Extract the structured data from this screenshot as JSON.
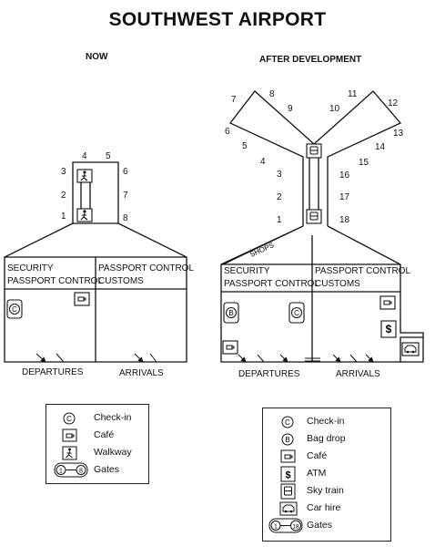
{
  "title": "SOUTHWEST AIRPORT",
  "now": {
    "heading": "NOW",
    "gates": [
      "1",
      "2",
      "3",
      "4",
      "5",
      "6",
      "7",
      "8"
    ],
    "left_area": [
      "SECURITY",
      "PASSPORT CONTROL"
    ],
    "right_area": [
      "PASSPORT CONTROL",
      "CUSTOMS"
    ],
    "departures": "DEPARTURES",
    "arrivals": "ARRIVALS",
    "legend": [
      {
        "icon": "checkin-icon",
        "symbol": "C",
        "label": "Check-in"
      },
      {
        "icon": "cafe-icon",
        "symbol": "",
        "label": "Café"
      },
      {
        "icon": "walkway-icon",
        "symbol": "",
        "label": "Walkway"
      },
      {
        "icon": "gates-icon",
        "symbol": "1 — 8",
        "label": "Gates"
      }
    ]
  },
  "after": {
    "heading": "AFTER DEVELOPMENT",
    "gates": [
      "1",
      "2",
      "3",
      "4",
      "5",
      "6",
      "7",
      "8",
      "9",
      "10",
      "11",
      "12",
      "13",
      "14",
      "15",
      "16",
      "17",
      "18"
    ],
    "shops": "SHOPS",
    "left_area": [
      "SECURITY",
      "PASSPORT CONTROL"
    ],
    "right_area": [
      "PASSPORT CONTROL",
      "CUSTOMS"
    ],
    "departures": "DEPARTURES",
    "arrivals": "ARRIVALS",
    "legend": [
      {
        "icon": "checkin-icon",
        "symbol": "C",
        "label": "Check-in"
      },
      {
        "icon": "bag-drop-icon",
        "symbol": "B",
        "label": "Bag drop"
      },
      {
        "icon": "cafe-icon",
        "symbol": "",
        "label": "Café"
      },
      {
        "icon": "atm-icon",
        "symbol": "$",
        "label": "ATM"
      },
      {
        "icon": "sky-train-icon",
        "symbol": "",
        "label": "Sky train"
      },
      {
        "icon": "car-hire-icon",
        "symbol": "",
        "label": "Car hire"
      },
      {
        "icon": "gates-icon",
        "symbol": "1 — 18",
        "label": "Gates"
      }
    ]
  },
  "icon_symbols": {
    "checkin": "C",
    "bagdrop": "B",
    "atm": "$"
  }
}
